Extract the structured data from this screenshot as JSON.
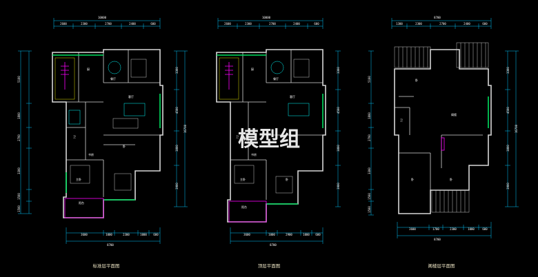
{
  "plans": [
    {
      "id": "standard",
      "title": "标准层平面图",
      "top_total": "10000",
      "top_dims": [
        "2600",
        "2300",
        "2700",
        "2400",
        "600"
      ],
      "bottom_total": "8700",
      "bottom_dims": [
        "3600",
        "1000",
        "2300",
        "1000",
        "600"
      ],
      "right_dims": [
        "3300",
        "4500",
        "3800",
        "3900"
      ],
      "right_total": "16700",
      "left_dims": [
        "5100",
        "1800",
        "2700",
        "3300",
        "1500",
        "1500"
      ],
      "rooms": [
        "客厅",
        "主卧",
        "卧",
        "厨",
        "餐厅",
        "卫",
        "书房",
        "阳台"
      ]
    },
    {
      "id": "top",
      "title": "顶层平面图",
      "top_total": "10000",
      "top_dims": [
        "2600",
        "2300",
        "2700",
        "2400",
        "600"
      ],
      "bottom_total": "8700",
      "bottom_dims": [
        "3600",
        "1000",
        "2900",
        "1000",
        "600"
      ],
      "right_dims": [
        "3300",
        "4500",
        "3800",
        "3900"
      ],
      "right_total": "",
      "left_dims": [],
      "rooms": [
        "客厅",
        "主卧",
        "卧",
        "厨",
        "餐厅",
        "卫",
        "书房",
        "阳台"
      ]
    },
    {
      "id": "loft",
      "title": "阁楼层平面图",
      "top_total": "8700",
      "top_dims": [
        "1300",
        "2300",
        "2700",
        "2400",
        "600"
      ],
      "bottom_total": "8700",
      "bottom_dims": [
        "3600",
        "1700",
        "2300",
        "1000",
        "600"
      ],
      "right_dims": [
        "3300",
        "4500",
        "3800",
        "3900"
      ],
      "right_total": "16700",
      "left_dims": [
        "5100",
        "1800",
        "2700",
        "3300",
        "1500",
        "1500"
      ],
      "rooms": [
        "阁楼",
        "卧",
        "卧",
        "卧",
        "卫"
      ]
    }
  ],
  "watermark": "模型组",
  "colors": {
    "background": "#000000",
    "walls": "#d8d8d8",
    "dimensions": "#00c8ff",
    "windows": "#00e060",
    "balcony": "#ff00ff",
    "furniture": "#00ffff"
  }
}
